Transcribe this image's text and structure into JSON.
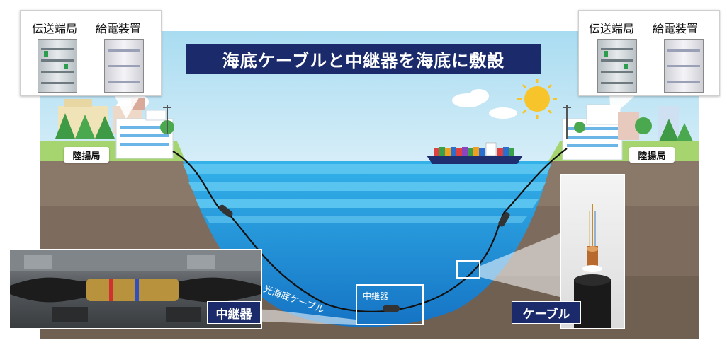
{
  "title": "海底ケーブルと中継器を海底に敷設",
  "left_equipment": {
    "label_transmission": "伝送端局",
    "label_power": "給電装置"
  },
  "right_equipment": {
    "label_transmission": "伝送端局",
    "label_power": "給電装置"
  },
  "left_station": {
    "label": "陸揚局"
  },
  "right_station": {
    "label": "陸揚局"
  },
  "cable_label": "光海底ケーブル",
  "repeater_frame_label": "中継器",
  "repeater_photo_label": "中継器",
  "cable_photo_label": "ケーブル",
  "colors": {
    "title_bg": "#1b2a6b",
    "sky": "#bfe3f3",
    "sea": "#1f97d6",
    "ground": "#7a6a5c",
    "grass": "#9fd26b"
  }
}
